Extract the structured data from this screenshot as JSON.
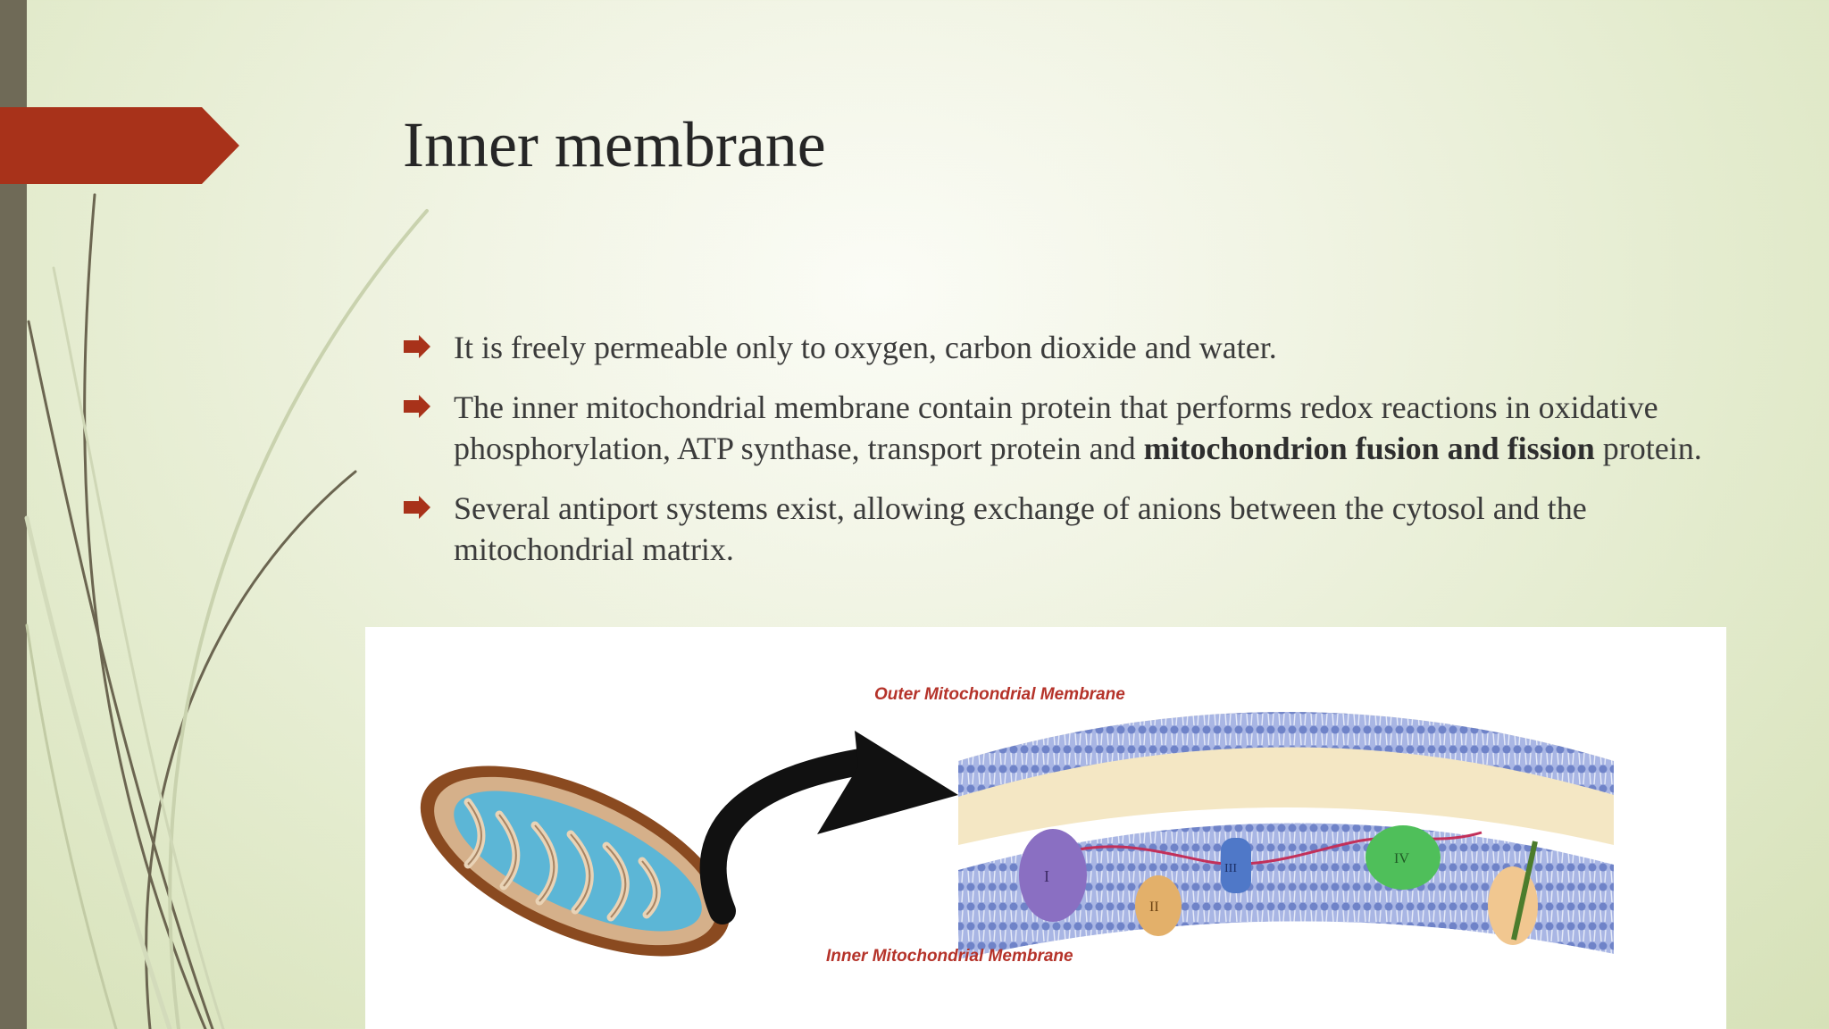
{
  "slide": {
    "title": "Inner membrane",
    "bullets": [
      {
        "text_before": "It is freely permeable only to oxygen, carbon dioxide and water.",
        "bold": "",
        "text_after": ""
      },
      {
        "text_before": "The inner mitochondrial membrane contain protein that performs redox reactions in oxidative phosphorylation, ATP synthase, transport protein and ",
        "bold": "mitochondrion fusion and fission",
        "text_after": " protein."
      },
      {
        "text_before": "Several antiport systems exist, allowing exchange of anions between the cytosol and the mitochondrial matrix.",
        "bold": "",
        "text_after": ""
      }
    ]
  },
  "figure": {
    "outer_label": "Outer Mitochondrial Membrane",
    "inner_label": "Inner Mitochondrial Membrane",
    "complex_labels": [
      "I",
      "II",
      "III",
      "IV"
    ]
  },
  "colors": {
    "accent": "#a8321a",
    "side_bar": "#6f6a57",
    "membrane": "#7f92cf",
    "membrane_space": "#f4e7c4"
  },
  "icons": {
    "bullet": "arrow-bullet-icon",
    "title_marker": "arrow-tab-icon"
  }
}
